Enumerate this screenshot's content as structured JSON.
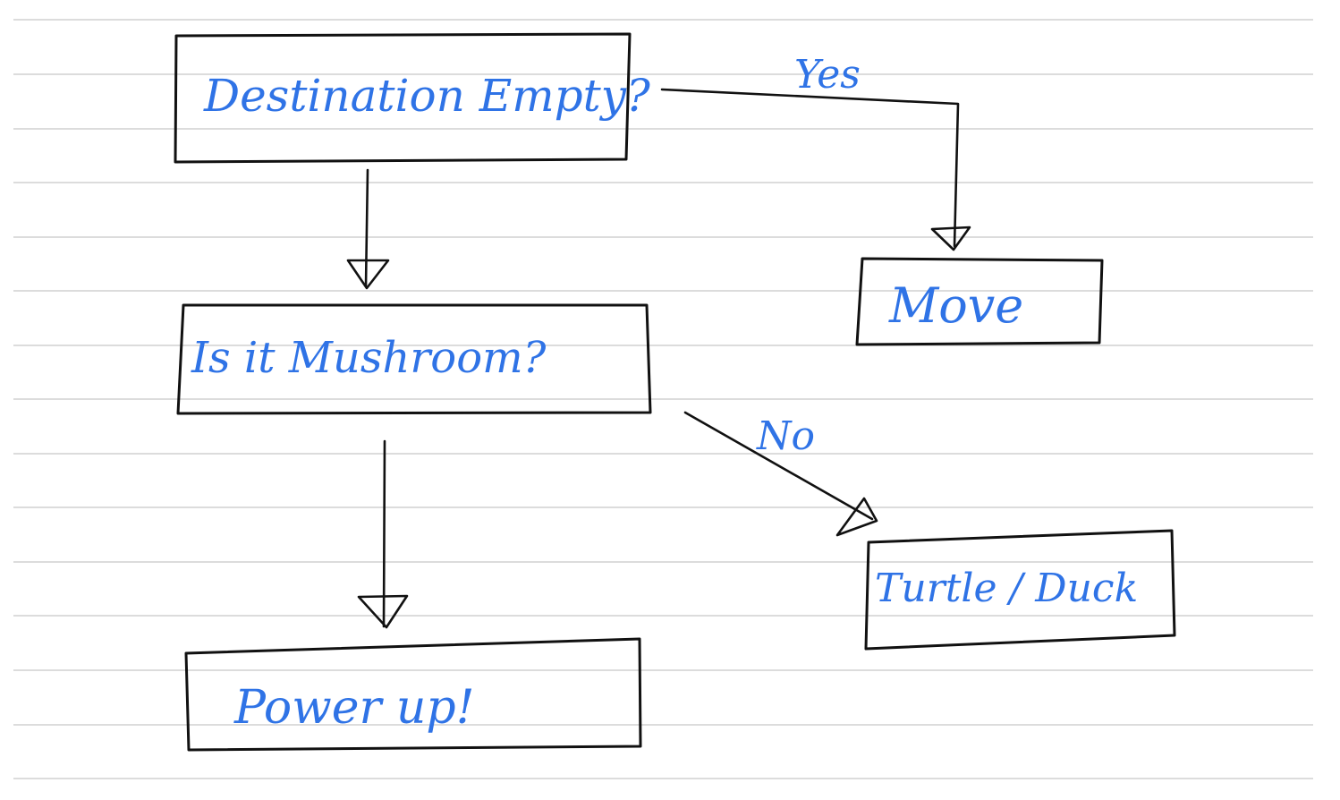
{
  "diagram": {
    "ink_color": "#111111",
    "text_color": "#2f73e6",
    "nodes": {
      "destination_empty": "Destination Empty?",
      "move": "Move",
      "is_mushroom": "Is it Mushroom?",
      "turtle_duck": "Turtle / Duck",
      "power_up": "Power up!"
    },
    "edges": {
      "yes_label": "Yes",
      "no_label": "No"
    }
  }
}
